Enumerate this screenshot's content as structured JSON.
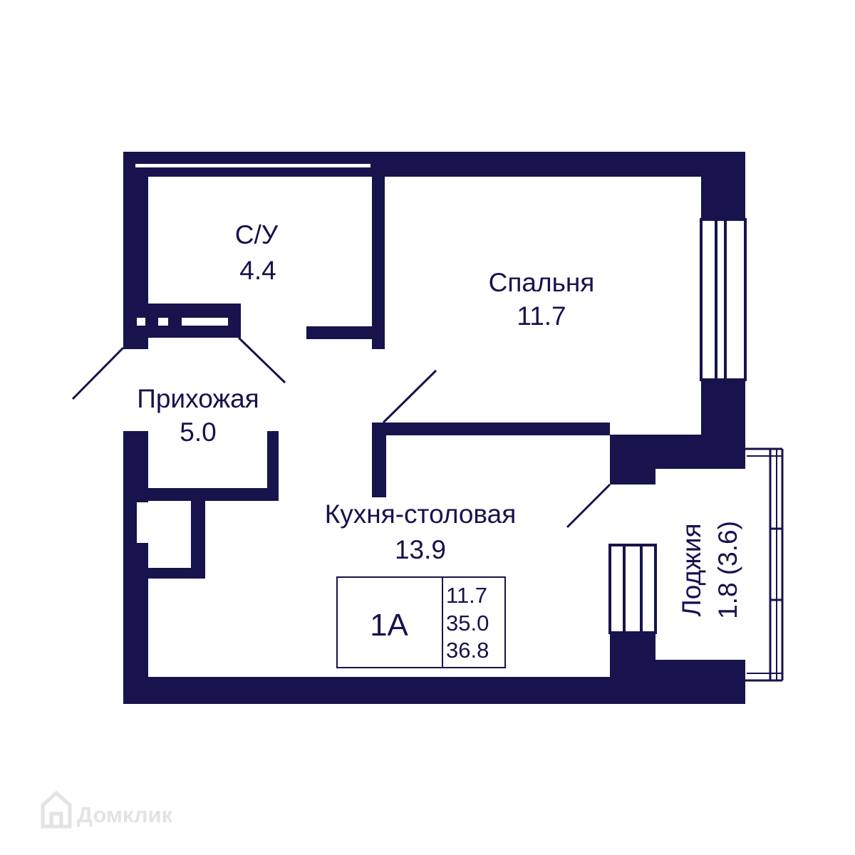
{
  "colors": {
    "wall": "#16134d",
    "background": "#ffffff",
    "watermark": "#e3e3e6"
  },
  "rooms": {
    "bathroom": {
      "name": "С/У",
      "area": "4.4"
    },
    "bedroom": {
      "name": "Спальня",
      "area": "11.7"
    },
    "hallway": {
      "name": "Прихожая",
      "area": "5.0"
    },
    "kitchen": {
      "name": "Кухня-столовая",
      "area": "13.9"
    },
    "loggia": {
      "name": "Лоджия",
      "area": "1.8 (3.6)"
    }
  },
  "info_box": {
    "type": "1А",
    "living_area": "11.7",
    "total_area": "35.0",
    "area_with_loggia": "36.8"
  },
  "watermark": {
    "text": "Домклик",
    "icon": "house-logo-icon"
  }
}
